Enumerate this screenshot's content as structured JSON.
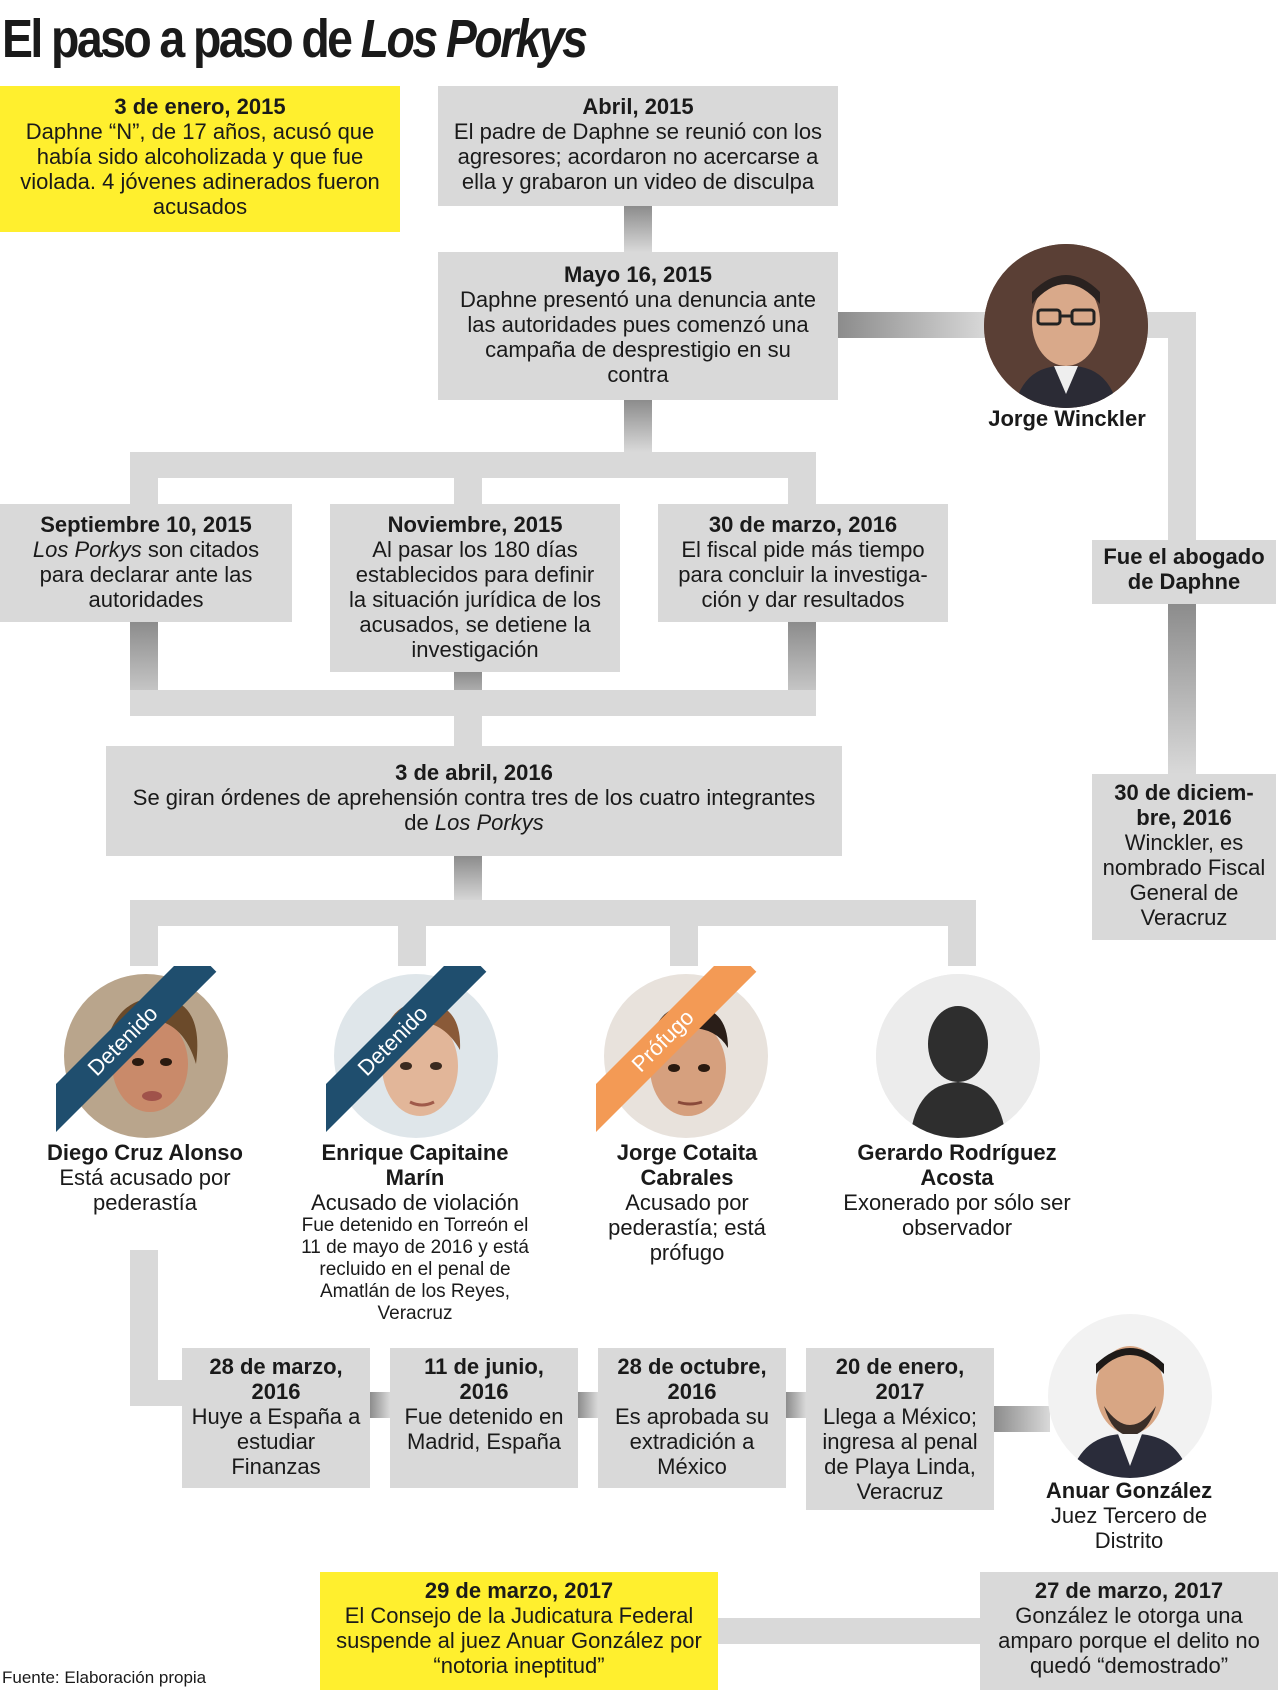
{
  "title": {
    "prefix": "El paso a paso de ",
    "emphasis": "Los Porkys"
  },
  "colors": {
    "box_gray": "#d9d9d9",
    "highlight_yellow": "#ffef2e",
    "ribbon_blue": "#1f4e6e",
    "ribbon_orange": "#f39a55"
  },
  "events": {
    "jan2015": {
      "date": "3 de enero, 2015",
      "text": "Daphne “N”, de 17 años, acusó que había sido alcoholizada y que fue violada. 4 jóvenes adinerados fueron acusados"
    },
    "apr2015": {
      "date": "Abril, 2015",
      "text": "El padre de Daphne se reunió con los agresores; acordaron no acercarse a ella y grabaron un video de disculpa"
    },
    "may2015": {
      "date": "Mayo 16, 2015",
      "text": "Daphne presentó una denuncia ante las autoridades pues comenzó una campaña de desprestigio en su contra"
    },
    "sep2015": {
      "date": "Septiembre 10, 2015",
      "text_em": "Los Porkys",
      "text": " son citados para declarar ante las autoridades"
    },
    "nov2015": {
      "date": "Noviembre, 2015",
      "text": "Al pasar los 180 días establecidos para definir la situación jurídica de los acusados, se detiene la investigación"
    },
    "mar2016": {
      "date": "30 de marzo, 2016",
      "text": "El fiscal pide más tiempo para concluir la investiga-ción y dar resultados"
    },
    "apr2016": {
      "date": "3 de abril, 2016",
      "text": "Se giran órdenes de aprehensión contra tres de los cuatro integrantes de ",
      "text_em": "Los Porkys"
    },
    "lawyer": {
      "text": "Fue el abogado de Daphne"
    },
    "dec2016": {
      "date": "30 de diciem-bre, 2016",
      "text": "Winckler, es nombrado Fiscal General de Veracruz"
    },
    "mar2016b": {
      "date": "28 de marzo, 2016",
      "text": "Huye a España a estudiar Finanzas"
    },
    "jun2016": {
      "date": "11 de junio, 2016",
      "text": "Fue detenido en Madrid, España"
    },
    "oct2016": {
      "date": "28 de octubre, 2016",
      "text": "Es aprobada su extradición a México"
    },
    "jan2017": {
      "date": "20 de enero, 2017",
      "text": "Llega a México; ingresa al penal de Playa Linda, Veracruz"
    },
    "mar2017a": {
      "date": "29 de marzo, 2017",
      "text": "El Consejo de la Judicatura Federal suspende al juez Anuar González por “notoria ineptitud”"
    },
    "mar2017b": {
      "date": "27 de marzo, 2017",
      "text": "González le otorga una amparo porque el delito no quedó “demostrado”"
    }
  },
  "people": {
    "winckler": {
      "name": "Jorge Winckler"
    },
    "diego": {
      "name": "Diego Cruz Alonso",
      "desc": "Está acusado por pederastía",
      "status": "Detenido"
    },
    "enrique": {
      "name": "Enrique Capitaine Marín",
      "desc": "Acusado de violación",
      "note": "Fue detenido en Torreón el 11 de mayo de 2016 y está recluido en el penal de Amatlán de los Reyes, Veracruz",
      "status": "Detenido"
    },
    "jorge": {
      "name": "Jorge Cotaita Cabrales",
      "desc": "Acusado por pederastía; está prófugo",
      "status": "Prófugo"
    },
    "gerardo": {
      "name": "Gerardo Rodríguez Acosta",
      "desc": "Exonerado por sólo ser observador"
    },
    "anuar": {
      "name": "Anuar González",
      "desc": "Juez Tercero de Distrito"
    }
  },
  "source": "Fuente: Elaboración propia"
}
